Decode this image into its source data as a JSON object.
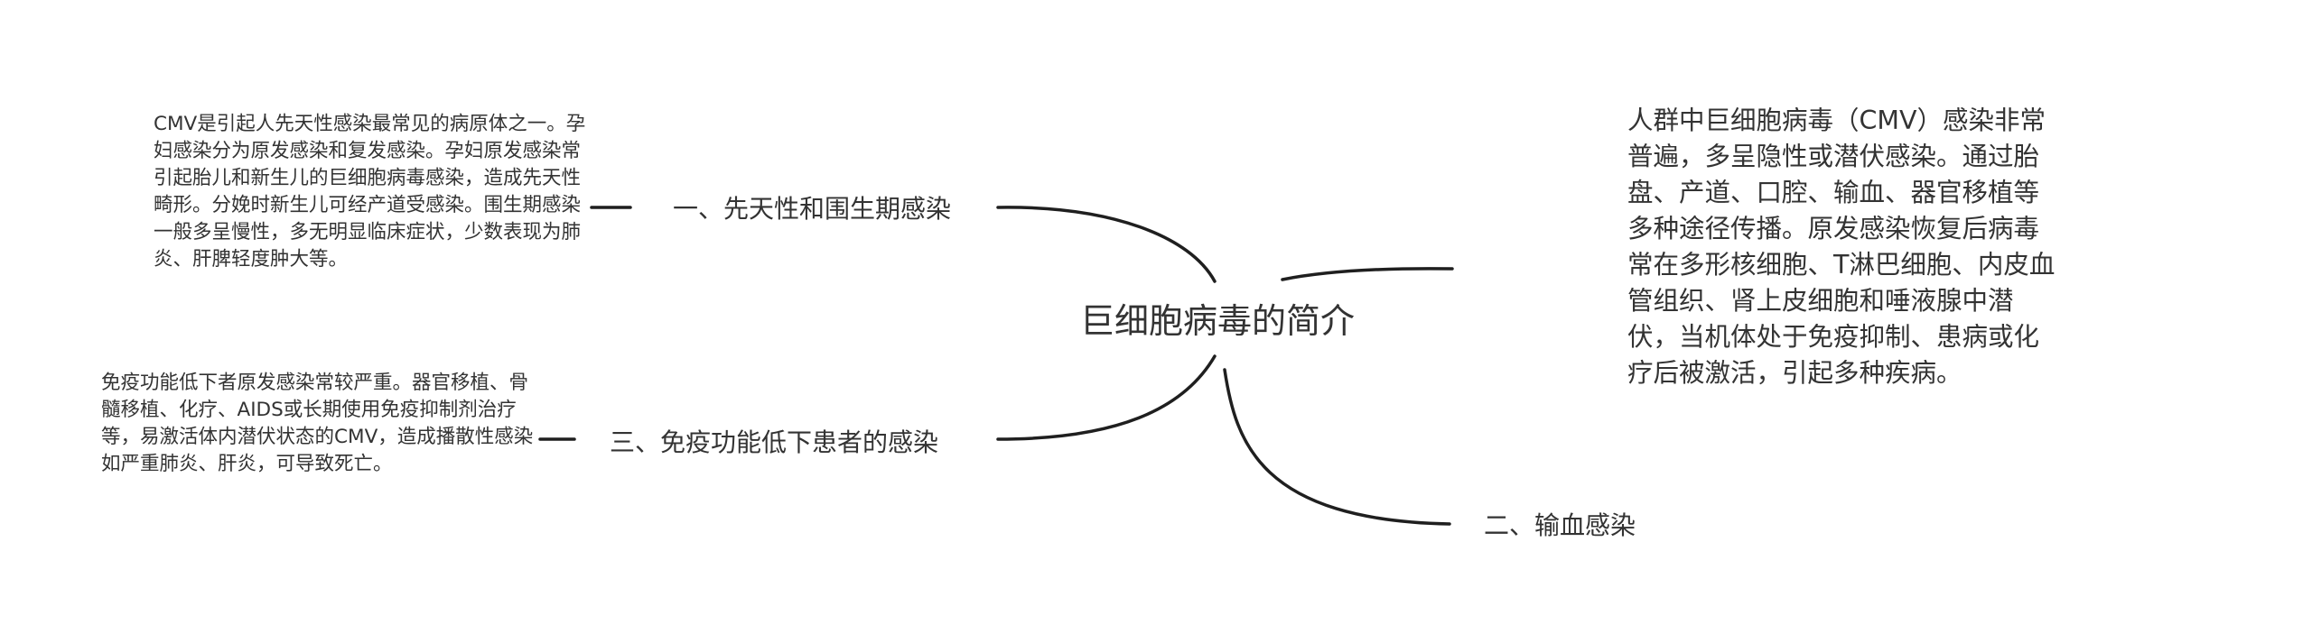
{
  "root": {
    "title": "巨细胞病毒的简介"
  },
  "branches": [
    {
      "label": "一、先天性和围生期感染",
      "note": "CMV是引起人先天性感染最常见的病原体之一。孕妇感染分为原发感染和复发感染。孕妇原发感染常引起胎儿和新生儿的巨细胞病毒感染，造成先天性畸形。分娩时新生儿可经产道受感染。围生期感染一般多呈慢性，多无明显临床症状，少数表现为肺炎、肝脾轻度肿大等。"
    },
    {
      "label": "二、输血感染",
      "note": "人群中巨细胞病毒（CMV）感染非常普遍，多呈隐性或潜伏感染。通过胎盘、产道、口腔、输血、器官移植等多种途径传播。原发感染恢复后病毒常在多形核细胞、T淋巴细胞、内皮血管组织、肾上皮细胞和唾液腺中潜伏，当机体处于免疫抑制、患病或化疗后被激活，引起多种疾病。"
    },
    {
      "label": "三、免疫功能低下患者的感染",
      "note": "免疫功能低下者原发感染常较严重。器官移植、骨髓移植、化疗、AIDS或长期使用免疫抑制剂治疗等，易激活体内潜伏状态的CMV，造成播散性感染如严重肺炎、肝炎，可导致死亡。"
    }
  ]
}
